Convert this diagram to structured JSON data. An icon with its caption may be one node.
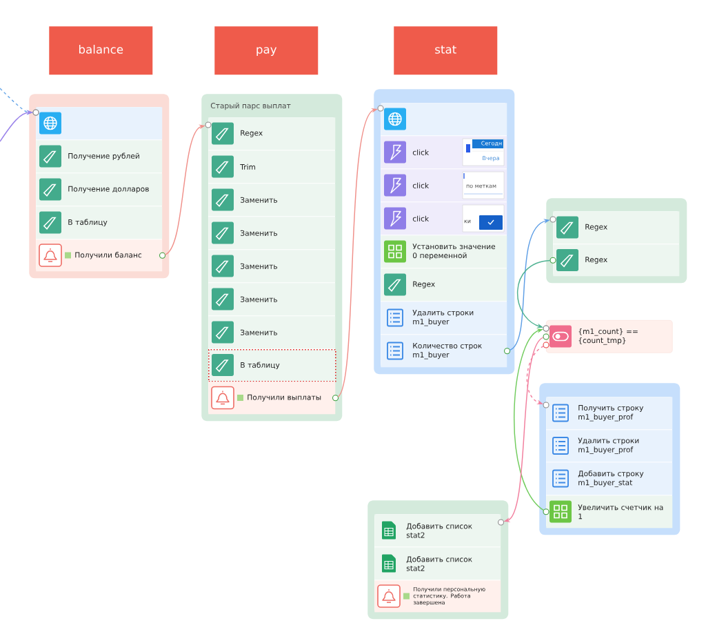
{
  "diagram": {
    "nodes": [
      {
        "text": [
          "balance"
        ]
      },
      {
        "text": [
          "pay"
        ]
      },
      {
        "text": [
          "stat"
        ]
      },
      {
        "text": [],
        "shape": "box"
      },
      {
        "text": [],
        "shape": "box",
        "in": 3
      },
      {
        "text": [
          "Получение рублей"
        ],
        "in": 3
      },
      {
        "text": [
          "Получение долларов"
        ],
        "in": 3
      },
      {
        "text": [
          "В таблицу"
        ],
        "in": 3
      },
      {
        "text": [
          "Получили баланс"
        ],
        "in": 3
      },
      {
        "text": [
          "Старый парс выплат"
        ]
      },
      {
        "text": [
          "Regex"
        ],
        "in": 9
      },
      {
        "text": [
          "Trim"
        ],
        "in": 9
      },
      {
        "text": [
          "Заменить"
        ],
        "in": 9
      },
      {
        "text": [
          "Заменить"
        ],
        "in": 9
      },
      {
        "text": [
          "Заменить"
        ],
        "in": 9
      },
      {
        "text": [
          "Заменить"
        ],
        "in": 9
      },
      {
        "text": [
          "Заменить"
        ],
        "in": 9
      },
      {
        "text": [
          "В таблицу"
        ],
        "in": 9
      },
      {
        "text": [
          "Получили выплаты"
        ],
        "in": 9
      },
      {
        "text": [],
        "shape": "box"
      },
      {
        "text": [],
        "shape": "box",
        "in": 19
      },
      {
        "text": [
          "click"
        ],
        "in": 19
      },
      {
        "text": [
          "click"
        ],
        "in": 19
      },
      {
        "text": [
          "click"
        ],
        "in": 19
      },
      {
        "text": [
          "Установить значение 0 переменной"
        ],
        "in": 19
      },
      {
        "text": [
          "Regex"
        ],
        "in": 19
      },
      {
        "text": [
          "Удалить строки m1_buyer"
        ],
        "in": 19
      },
      {
        "text": [
          "Количество строк m1_buyer"
        ],
        "in": 19
      },
      {
        "text": [],
        "shape": "box"
      },
      {
        "text": [
          "Regex"
        ],
        "in": 28
      },
      {
        "text": [
          "Regex"
        ],
        "in": 28
      },
      {
        "text": [
          "{m1_count} == {count_tmp}"
        ]
      },
      {
        "text": [],
        "shape": "box"
      },
      {
        "text": [
          "Получить строку m1_buyer_prof"
        ],
        "in": 32
      },
      {
        "text": [
          "Удалить строки m1_buyer_prof"
        ],
        "in": 32
      },
      {
        "text": [
          "Добавить строку m1_buyer_stat"
        ],
        "in": 32
      },
      {
        "text": [
          "Увеличить счетчик на 1"
        ],
        "in": 32
      },
      {
        "text": [],
        "shape": "box"
      },
      {
        "text": [
          "Добавить список stat2"
        ],
        "in": 37
      },
      {
        "text": [
          "Добавить список stat2"
        ],
        "in": 37
      },
      {
        "text": [
          "Получили персональную статистику. Работа завершена"
        ],
        "in": 37
      }
    ],
    "edges": [
      {
        "from": null,
        "to": 4,
        "arrow": "to",
        "style": "dashed",
        "color": "#6aa8e8"
      },
      {
        "from": null,
        "to": 4,
        "arrow": "to",
        "color": "#9b84ea"
      },
      {
        "from": 8,
        "to": 10,
        "arrow": "to",
        "color": "#f0908a"
      },
      {
        "from": 18,
        "to": 20,
        "arrow": "to",
        "color": "#f0908a"
      },
      {
        "from": 27,
        "to": 29,
        "arrow": "to",
        "color": "#5f9fe6"
      },
      {
        "from": 30,
        "to": 31,
        "arrow": "to",
        "color": "#52b394"
      },
      {
        "from": 36,
        "to": 31,
        "arrow": "to",
        "color": "#72cc5e"
      },
      {
        "from": 31,
        "to": 33,
        "arrow": "to",
        "style": "dashed",
        "color": "#f27f9e"
      },
      {
        "from": 31,
        "to": 38,
        "arrow": "to",
        "color": "#f27f9e"
      }
    ],
    "labels": [
      "Сегодн",
      "Вчера",
      "по меткам",
      "ки"
    ]
  }
}
